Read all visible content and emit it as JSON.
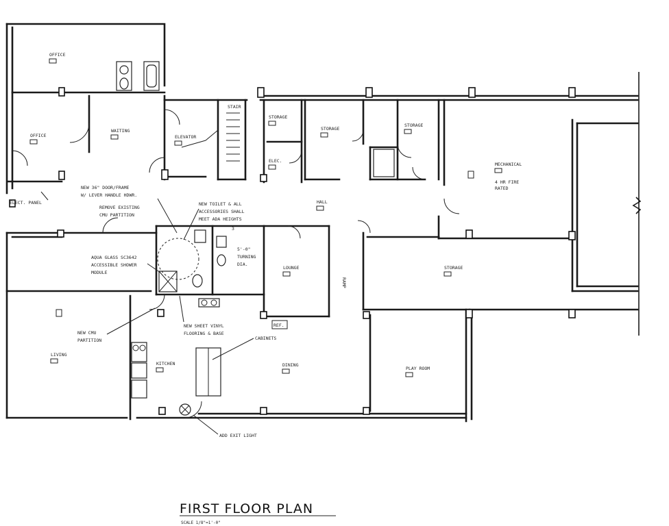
{
  "title": "FIRST FLOOR PLAN",
  "scale": "SCALE 1/8\"=1'-0\"",
  "rooms": {
    "office_top": "OFFICE",
    "office_left": "OFFICE",
    "waiting": "WAITING",
    "elevator": "ELEVATOR",
    "stair": "STAIR",
    "storage_a": "STORAGE",
    "storage_b": "STORAGE",
    "storage_c": "STORAGE",
    "elec": "ELEC.",
    "mechanical": "MECHANICAL",
    "hall": "HALL",
    "lounge": "LOUNGE",
    "ramp": "RAMP",
    "storage_d": "STORAGE",
    "living": "LIVING",
    "kitchen": "KITCHEN",
    "dining": "DINING",
    "play_room": "PLAY ROOM",
    "ref": "REF."
  },
  "notes": {
    "rated_1": "4 HR FIRE",
    "rated_2": "RATED",
    "door_1": "NEW 36\" DOOR/FRAME",
    "door_2": "W/ LEVER HANDLE HDWR.",
    "remove_1": "REMOVE EXISTING",
    "remove_2": "CMU PARTITION",
    "toilet_1": "NEW TOILET & ALL",
    "toilet_2": "ACCESSORIES SHALL",
    "toilet_3": "MEET ADA HEIGHTS",
    "turning_1": "5'-0\"",
    "turning_2": "TURNING",
    "turning_3": "DIA.",
    "shower_1": "AQUA GLASS SC3642",
    "shower_2": "ACCESSIBLE SHOWER",
    "shower_3": "MODULE",
    "cmu_1": "NEW CMU",
    "cmu_2": "PARTITION",
    "vinyl_1": "NEW SHEET VINYL",
    "vinyl_2": "FLOORING & BASE",
    "cabinets": "CABINETS",
    "exit": "ADD EXIT LIGHT",
    "elec_small": "ELECT. PANEL",
    "num_3": "3"
  }
}
